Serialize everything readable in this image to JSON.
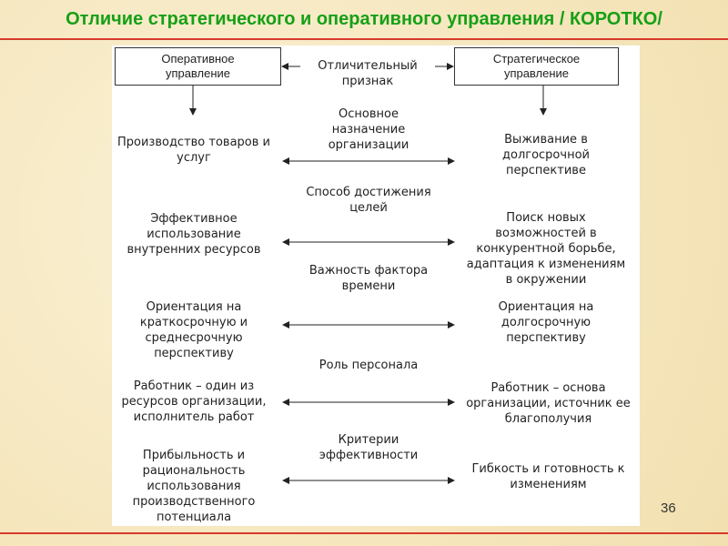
{
  "title": "Отличие стратегического и оперативного управления / КОРОТКО/",
  "page_number": "36",
  "header": {
    "left": "Оперативное\nуправление",
    "center": "Отличительный\nпризнак",
    "right": "Стратегическое\nуправление"
  },
  "rows": [
    {
      "feature": "Основное\nназначение\nорганизации",
      "operational": "Производство товаров и\nуслуг",
      "strategic": "Выживание в\nдолгосрочной\nперспективе"
    },
    {
      "feature": "Способ достижения\nцелей",
      "operational": "Эффективное\nиспользование\nвнутренних ресурсов",
      "strategic": "Поиск новых\nвозможностей в\nконкурентной борьбе,\nадаптация к изменениям\nв окружении"
    },
    {
      "feature": "Важность фактора\nвремени",
      "operational": "Ориентация на\nкраткосрочную и\nсреднесрочную\nперспективу",
      "strategic": "Ориентация на\nдолгосрочную\nперспективу"
    },
    {
      "feature": "Роль персонала",
      "operational": "Работник – один из\nресурсов организации,\nисполнитель работ",
      "strategic": "Работник – основа\nорганизации, источник ее\nблагополучия"
    },
    {
      "feature": "Критерии\nэффективности",
      "operational": "Прибыльность и\nрациональность\nиспользования\nпроизводственного\nпотенциала",
      "strategic": "Гибкость и готовность к\nизменениям"
    }
  ]
}
